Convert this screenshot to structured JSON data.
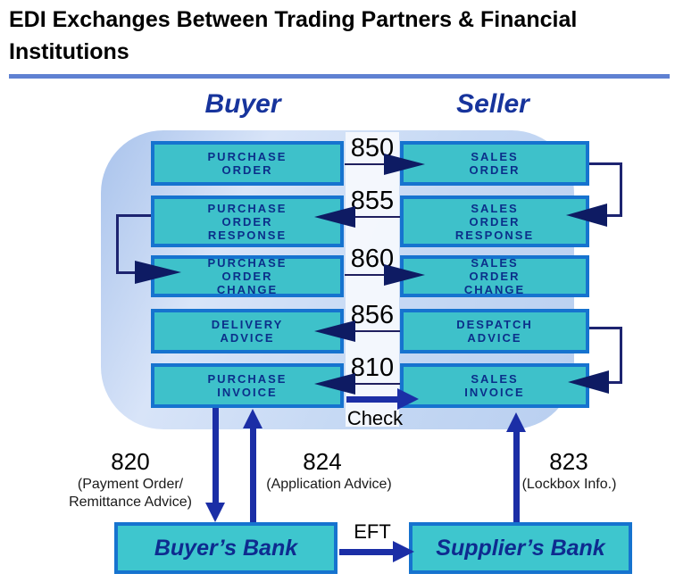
{
  "title": "EDI Exchanges Between Trading Partners & Financial\nInstitutions",
  "headers": {
    "buyer": "Buyer",
    "seller": "Seller"
  },
  "flow_rows": [
    {
      "left": "PURCHASE\nORDER",
      "code": "850",
      "direction": "right",
      "right": "SALES\nORDER"
    },
    {
      "left": "PURCHASE\nORDER\nRESPONSE",
      "code": "855",
      "direction": "left",
      "right": "SALES\nORDER\nRESPONSE"
    },
    {
      "left": "PURCHASE\nORDER\nCHANGE",
      "code": "860",
      "direction": "right",
      "right": "SALES\nORDER\nCHANGE"
    },
    {
      "left": "DELIVERY\nADVICE",
      "code": "856",
      "direction": "left",
      "right": "DESPATCH\nADVICE"
    },
    {
      "left": "PURCHASE\nINVOICE",
      "code": "810",
      "direction": "left",
      "right": "SALES\nINVOICE"
    }
  ],
  "check_label": "Check",
  "bank_flows": [
    {
      "code": "820",
      "note": "(Payment Order/\nRemittance Advice)",
      "direction": "down"
    },
    {
      "code": "824",
      "note": "(Application Advice)",
      "direction": "up"
    },
    {
      "code": "823",
      "note": "(Lockbox Info.)",
      "direction": "up"
    }
  ],
  "banks": {
    "buyer": "Buyer’s Bank",
    "supplier": "Supplier’s Bank"
  },
  "eft_label": "EFT",
  "colors": {
    "box_fill": "#3ec1ca",
    "box_border": "#1673cf",
    "box_text": "#0b2f8a",
    "header_text": "#17349c",
    "title_rule": "#5f81d2",
    "blob_light_blue": "#c6d9f4",
    "thick_arrow_blue": "#1b2ea6",
    "flow_arrowhead_navy": "#0e1b63"
  }
}
